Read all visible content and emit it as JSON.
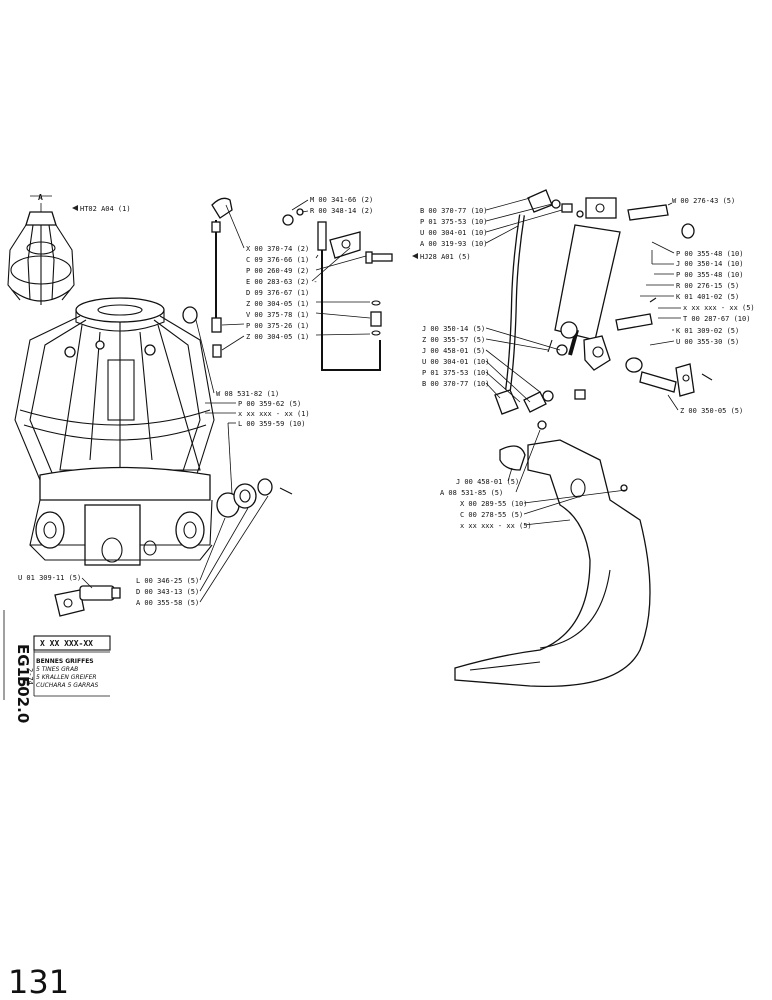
{
  "page_number": "131",
  "sheet_code_1": "EG15",
  "sheet_code_2": "F02.0",
  "sheet_date": "2-74",
  "title_box": {
    "part_number": "X XX XXX-XX",
    "captions": [
      "BENNES GRIFFES",
      "5 TINES GRAB",
      "5 KRALLEN GREIFER",
      "CUCHARA 5 GARRAS"
    ]
  },
  "view_letter": "A",
  "left_labels": {
    "ref": "HT02  A04 (1)",
    "hose": [
      "M 00 341-66 (2)",
      "R 00 348-14 (2)"
    ],
    "hose_list": [
      "X 00 370-74 (2)",
      "C 09 376-66 (1)",
      "P 00 260-49 (2)",
      "E 00 283-63 (2) -",
      "D 09 376-67 (1)",
      "Z 00 304-05 (1)",
      "V 00 375-78 (1)",
      "P 00 375-26 (1)",
      "Z 00 304-05 (1)"
    ],
    "body_list": [
      "W 08 531-82 (1)",
      "P 00 359-62 (5)",
      "x  xx  xxx - xx (1)",
      "L 00 359-59 (10)"
    ],
    "u_label": "U 01 309-11 (5)",
    "bottom_list": [
      "L 00 346-25 (5)",
      "D 00 343-13 (5)",
      "A 00 355-58 (5)"
    ]
  },
  "right_labels": {
    "top_list": [
      "B 00 370-77 (10)",
      "P 01 375-53 (10)",
      "U 00 304-01 (10)",
      "A 00 319-93 (10)"
    ],
    "ref": "HJ28  A01  (5)",
    "pin_top": "W 00 276-43 (5)",
    "mid_right": [
      "P 00 355-48 (10)",
      "J 00 350-14 (10)",
      "P 00 355-48 (10)",
      "R 00 276-15 (5)",
      "K 01 401-02 (5)",
      "x  xx  xxx - xx (5)",
      "T 00 287-67 (10)",
      "K 01 309-02 (5)",
      "U 00 355-30 (5)"
    ],
    "mid_left": [
      "J 00 350-14 (5)",
      "Z 00 355-57 (5)",
      "J 00 458-01 (5)",
      "U 00 304-01 (10)",
      "P 01 375-53 (10)",
      "B 00 370-77 (10)"
    ],
    "z_label": "Z 00 350-05 (5)",
    "tine_list": [
      "J 00 458-01 (5)",
      "A 08 531-85 (5)",
      "X 00 289-55 (10)",
      "C 00 278-55 (5)",
      "x  xx  xxx - xx (5)"
    ]
  }
}
